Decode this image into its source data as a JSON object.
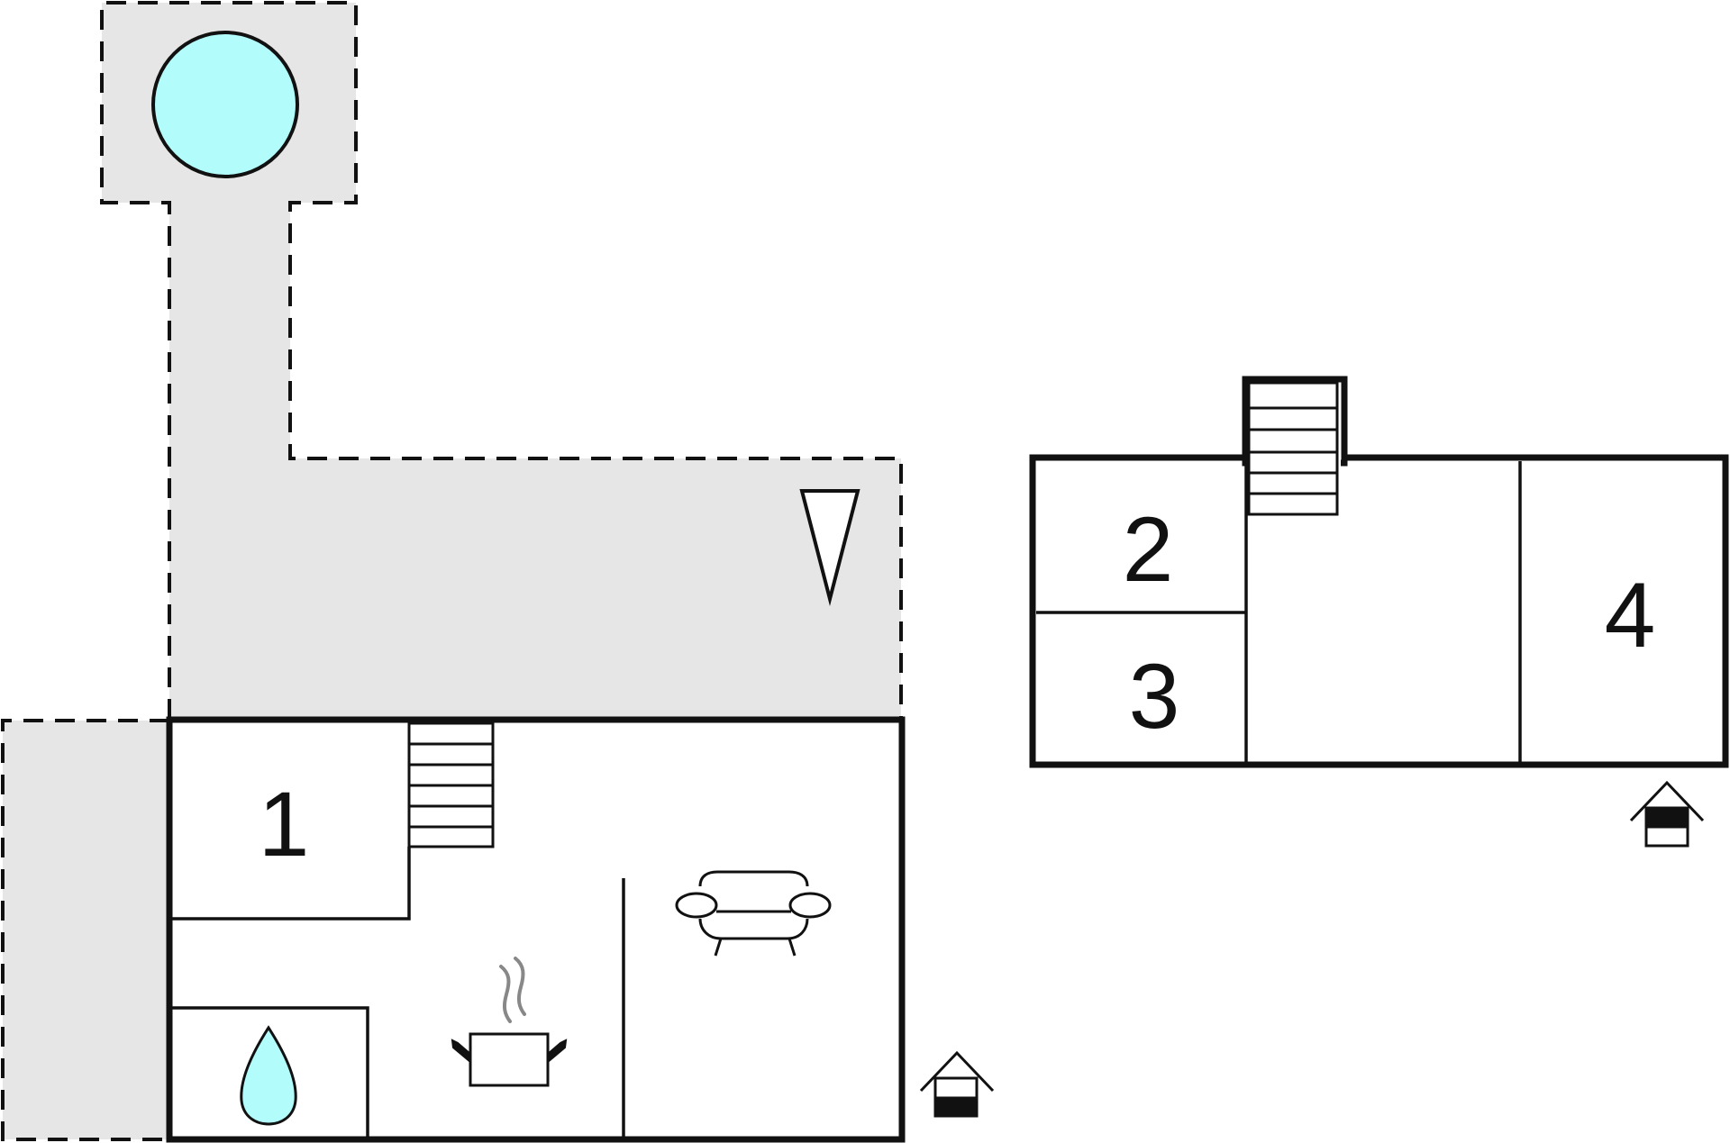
{
  "rooms": {
    "ground": {
      "room_1": "1"
    },
    "upper": {
      "room_2": "2",
      "room_3": "3",
      "room_4": "4"
    }
  },
  "colors": {
    "outdoor_area": "#e6e6e6",
    "water": "#b3fcfc",
    "wall": "#111111",
    "steam": "#888888"
  },
  "icons": [
    "pool-icon",
    "terrace-icon",
    "stairs-icon",
    "sofa-icon",
    "kitchen-pot-icon",
    "bathroom-drop-icon",
    "ground-floor-house-icon",
    "upper-floor-house-icon"
  ]
}
